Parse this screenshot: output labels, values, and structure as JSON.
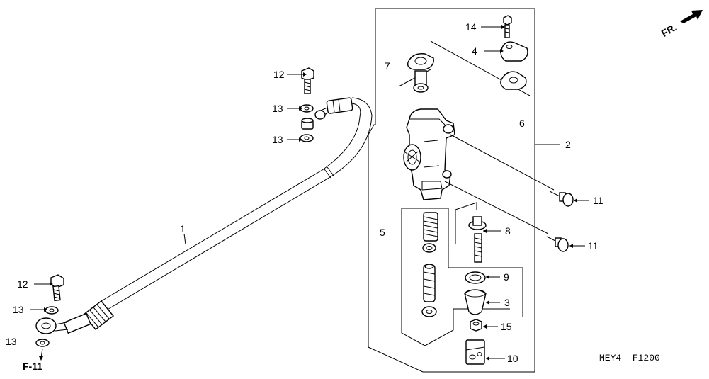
{
  "diagram": {
    "code": "MEY4- F1200",
    "ref_label": "F-11",
    "fr_label": "FR.",
    "callouts": {
      "c1": "1",
      "c2": "2",
      "c3": "3",
      "c4": "4",
      "c5": "5",
      "c6": "6",
      "c7": "7",
      "c8": "8",
      "c9": "9",
      "c10": "10",
      "c11a": "11",
      "c11b": "11",
      "c12a": "12",
      "c12b": "12",
      "c13a": "13",
      "c13b": "13",
      "c13c": "13",
      "c13d": "13",
      "c14": "14",
      "c15": "15"
    }
  }
}
